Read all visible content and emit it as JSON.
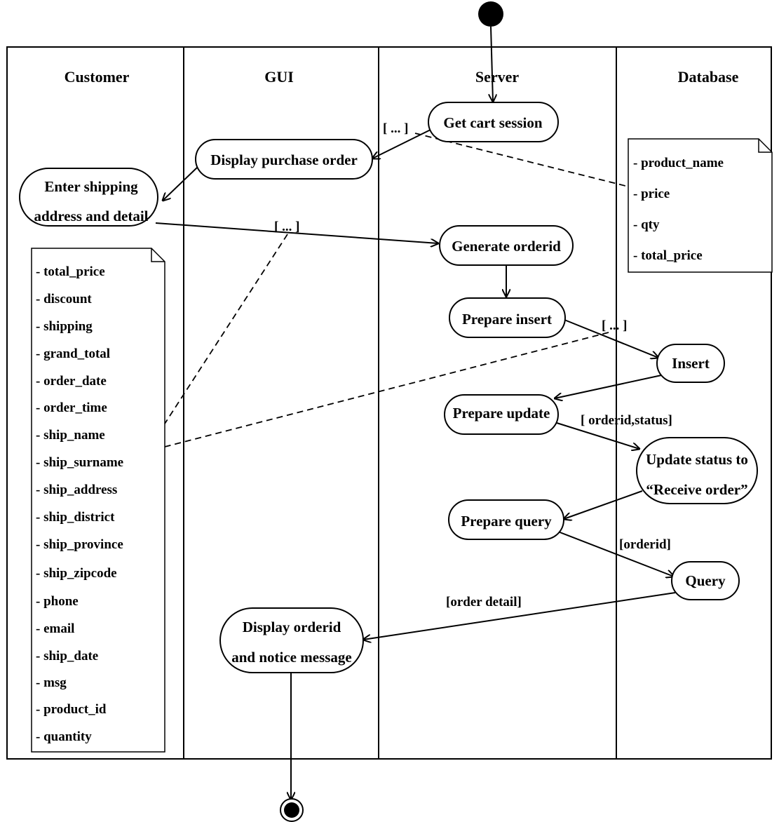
{
  "lanes": [
    "Customer",
    "GUI",
    "Server",
    "Database"
  ],
  "activities": {
    "get_cart": "Get cart  session",
    "display_po": "Display  purchase  order",
    "enter_ship_1": "Enter  shipping",
    "enter_ship_2": "address  and detail",
    "gen_orderid": "Generate  orderid",
    "prep_insert": "Prepare  insert",
    "insert": "Insert",
    "prep_update": "Prepare update",
    "update_1": "Update  status to",
    "update_2": "“Receive order”",
    "prep_query": "Prepare  query",
    "query": "Query",
    "disp_order_1": "Display  orderid",
    "disp_order_2": "and notice message"
  },
  "guards": {
    "cart": "[ ... ]",
    "ship": "[ ... ]",
    "insert": "[ ... ]",
    "update": "[ orderid,status]",
    "query": "[orderid]",
    "detail": "[order detail]"
  },
  "database_note": [
    "- product_name",
    "- price",
    "- qty",
    "- total_price"
  ],
  "customer_note": [
    "- total_price",
    "- discount",
    "- shipping",
    "- grand_total",
    "- order_date",
    "- order_time",
    "- ship_name",
    "- ship_surname",
    "- ship_address",
    "- ship_district",
    "- ship_province",
    "- ship_zipcode",
    "- phone",
    "- email",
    "- ship_date",
    "- msg",
    "- product_id",
    "- quantity"
  ]
}
